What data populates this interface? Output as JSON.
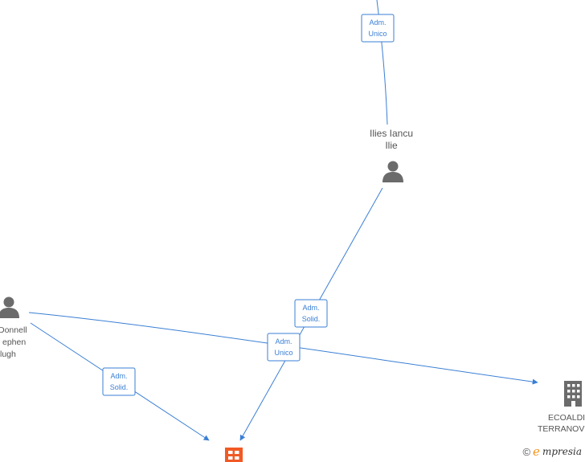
{
  "nodes": {
    "ilies": {
      "line1": "Ilies Iancu",
      "line2": "Ilie"
    },
    "donnell": {
      "line1": "Donnell",
      "line2": "ephen",
      "line3": "lugh"
    },
    "ecoaldi": {
      "line1": "ECOALDI",
      "line2": "TERRANOV"
    }
  },
  "relations": {
    "top": {
      "line1": "Adm.",
      "line2": "Unico"
    },
    "ilies_to_main": {
      "line1": "Adm.",
      "line2": "Solid."
    },
    "donnell_to_ecoaldi": {
      "line1": "Adm.",
      "line2": "Unico"
    },
    "donnell_to_main": {
      "line1": "Adm.",
      "line2": "Solid."
    }
  },
  "watermark": {
    "symbol": "©",
    "brand_initial": "e",
    "brand_rest": "mpresia"
  },
  "colors": {
    "edge": "#3a7fd4",
    "node_icon": "#6b6b6b",
    "main_company": "#f15a24",
    "brand": "#f7941d"
  }
}
